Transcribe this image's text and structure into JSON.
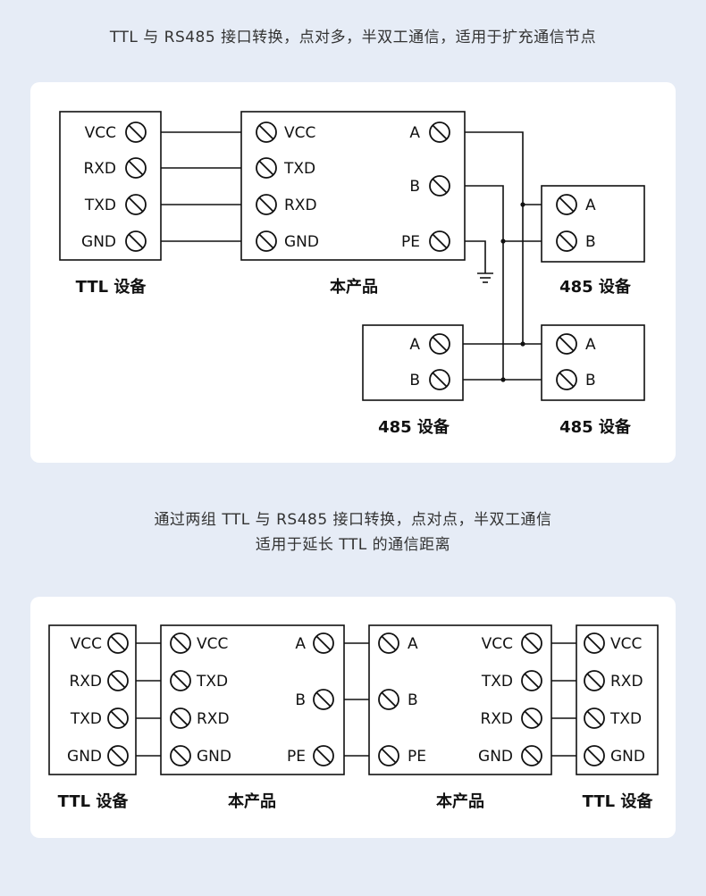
{
  "captions": {
    "top": "TTL 与 RS485 接口转换，点对多，半双工通信，适用于扩充通信节点",
    "bottom_line1": "通过两组 TTL 与 RS485 接口转换，点对点，半双工通信",
    "bottom_line2": "适用于延长 TTL 的通信距离"
  },
  "pins": {
    "vcc": "VCC",
    "rxd": "RXD",
    "txd": "TXD",
    "gnd": "GND",
    "a": "A",
    "b": "B",
    "pe": "PE"
  },
  "devices": {
    "ttl": "TTL 设备",
    "product": "本产品",
    "rs485": "485 设备"
  }
}
